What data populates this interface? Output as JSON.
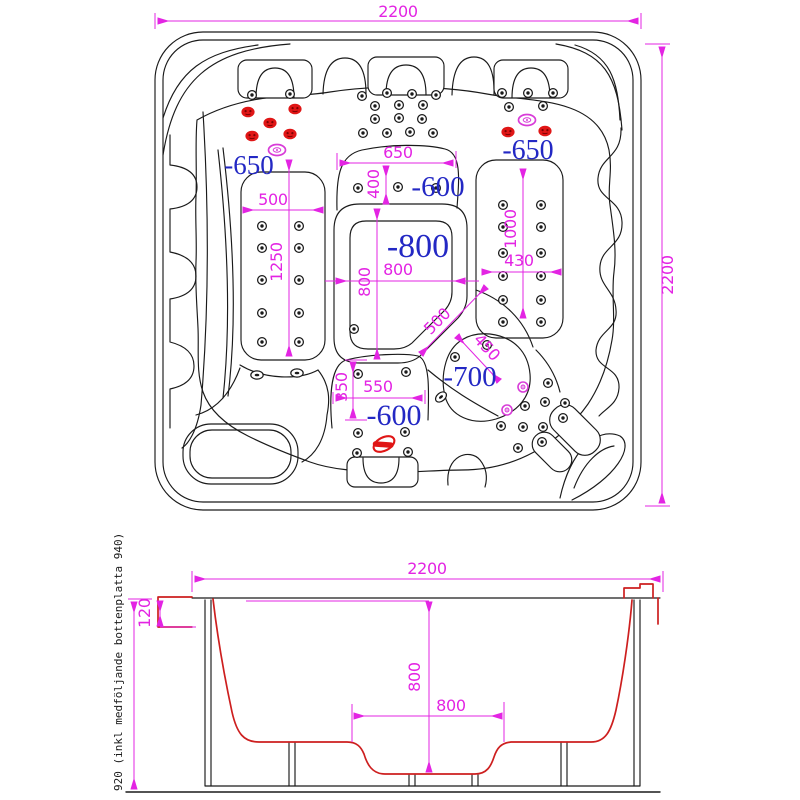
{
  "top_view": {
    "overall_width": "2200",
    "overall_depth": "2200",
    "left_bench": {
      "width": "500",
      "length": "1250",
      "depth": "-650"
    },
    "top_bench": {
      "width": "650",
      "length": "400",
      "depth": "-600"
    },
    "right_bench": {
      "width": "430",
      "length": "1000",
      "depth": "-650"
    },
    "footwell": {
      "width": "800",
      "length": "800",
      "depth": "-800"
    },
    "corner_seat": {
      "width": "500",
      "length": "450",
      "depth": "-700"
    },
    "bottom_seat": {
      "width": "550",
      "length": "350",
      "depth": "-600"
    }
  },
  "side_view": {
    "overall_width": "2200",
    "rim_lip_height": "120",
    "inner_depth": "800",
    "footwell_width": "800",
    "height_note": "920 (inkl medföljande bottenplatta 940)"
  },
  "colors": {
    "dimension_lines": "#e324e3",
    "depth_labels": "#2328c4",
    "shell_profile": "#cd1f1f",
    "outline": "#1a1a1a",
    "jet_red": "#e01616",
    "jet_magenta": "#d83cd8"
  }
}
